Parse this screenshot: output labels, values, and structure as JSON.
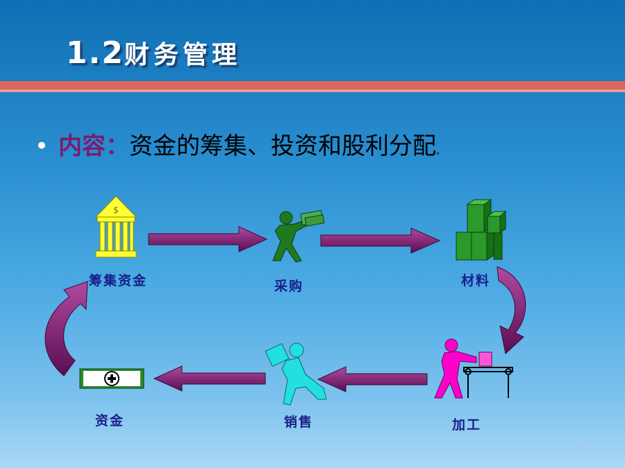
{
  "slide": {
    "title_num": "1.2",
    "title_text": "财务管理",
    "bullet_label": "内容：",
    "bullet_text": "资金的筹集、投资和股利分配",
    "bullet_end": "。",
    "page_number": "9"
  },
  "diagram": {
    "nodes": {
      "raise": "筹集资金",
      "purchase": "采购",
      "materials": "材料",
      "processing": "加工",
      "sales": "销售",
      "funds": "资金"
    }
  },
  "colors": {
    "arrow": "#7a1e6e",
    "bank": "#ffff33",
    "purchaser": "#1f7a1f",
    "boxes": "#1f8a2a",
    "worker": "#ff00cc",
    "seller": "#22e0e0",
    "label": "#1a1e8a"
  }
}
